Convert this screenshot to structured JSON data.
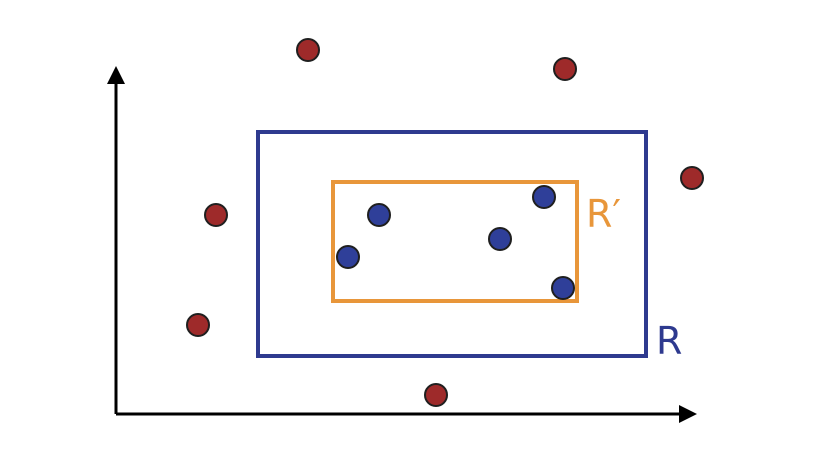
{
  "colors": {
    "outer_rect": "#2e3a8f",
    "inner_rect": "#e8963a",
    "inside_point": "#2f3f99",
    "outside_point": "#9e2a2a",
    "axis": "#000000"
  },
  "labels": {
    "outer_rect": "R",
    "inner_rect": "R′"
  },
  "points": {
    "outside": [
      {
        "id": "p1"
      },
      {
        "id": "p2"
      },
      {
        "id": "p3"
      },
      {
        "id": "p4"
      },
      {
        "id": "p5"
      },
      {
        "id": "p6"
      }
    ],
    "inside": [
      {
        "id": "q1"
      },
      {
        "id": "q2"
      },
      {
        "id": "q3"
      },
      {
        "id": "q4"
      },
      {
        "id": "q5"
      }
    ]
  }
}
